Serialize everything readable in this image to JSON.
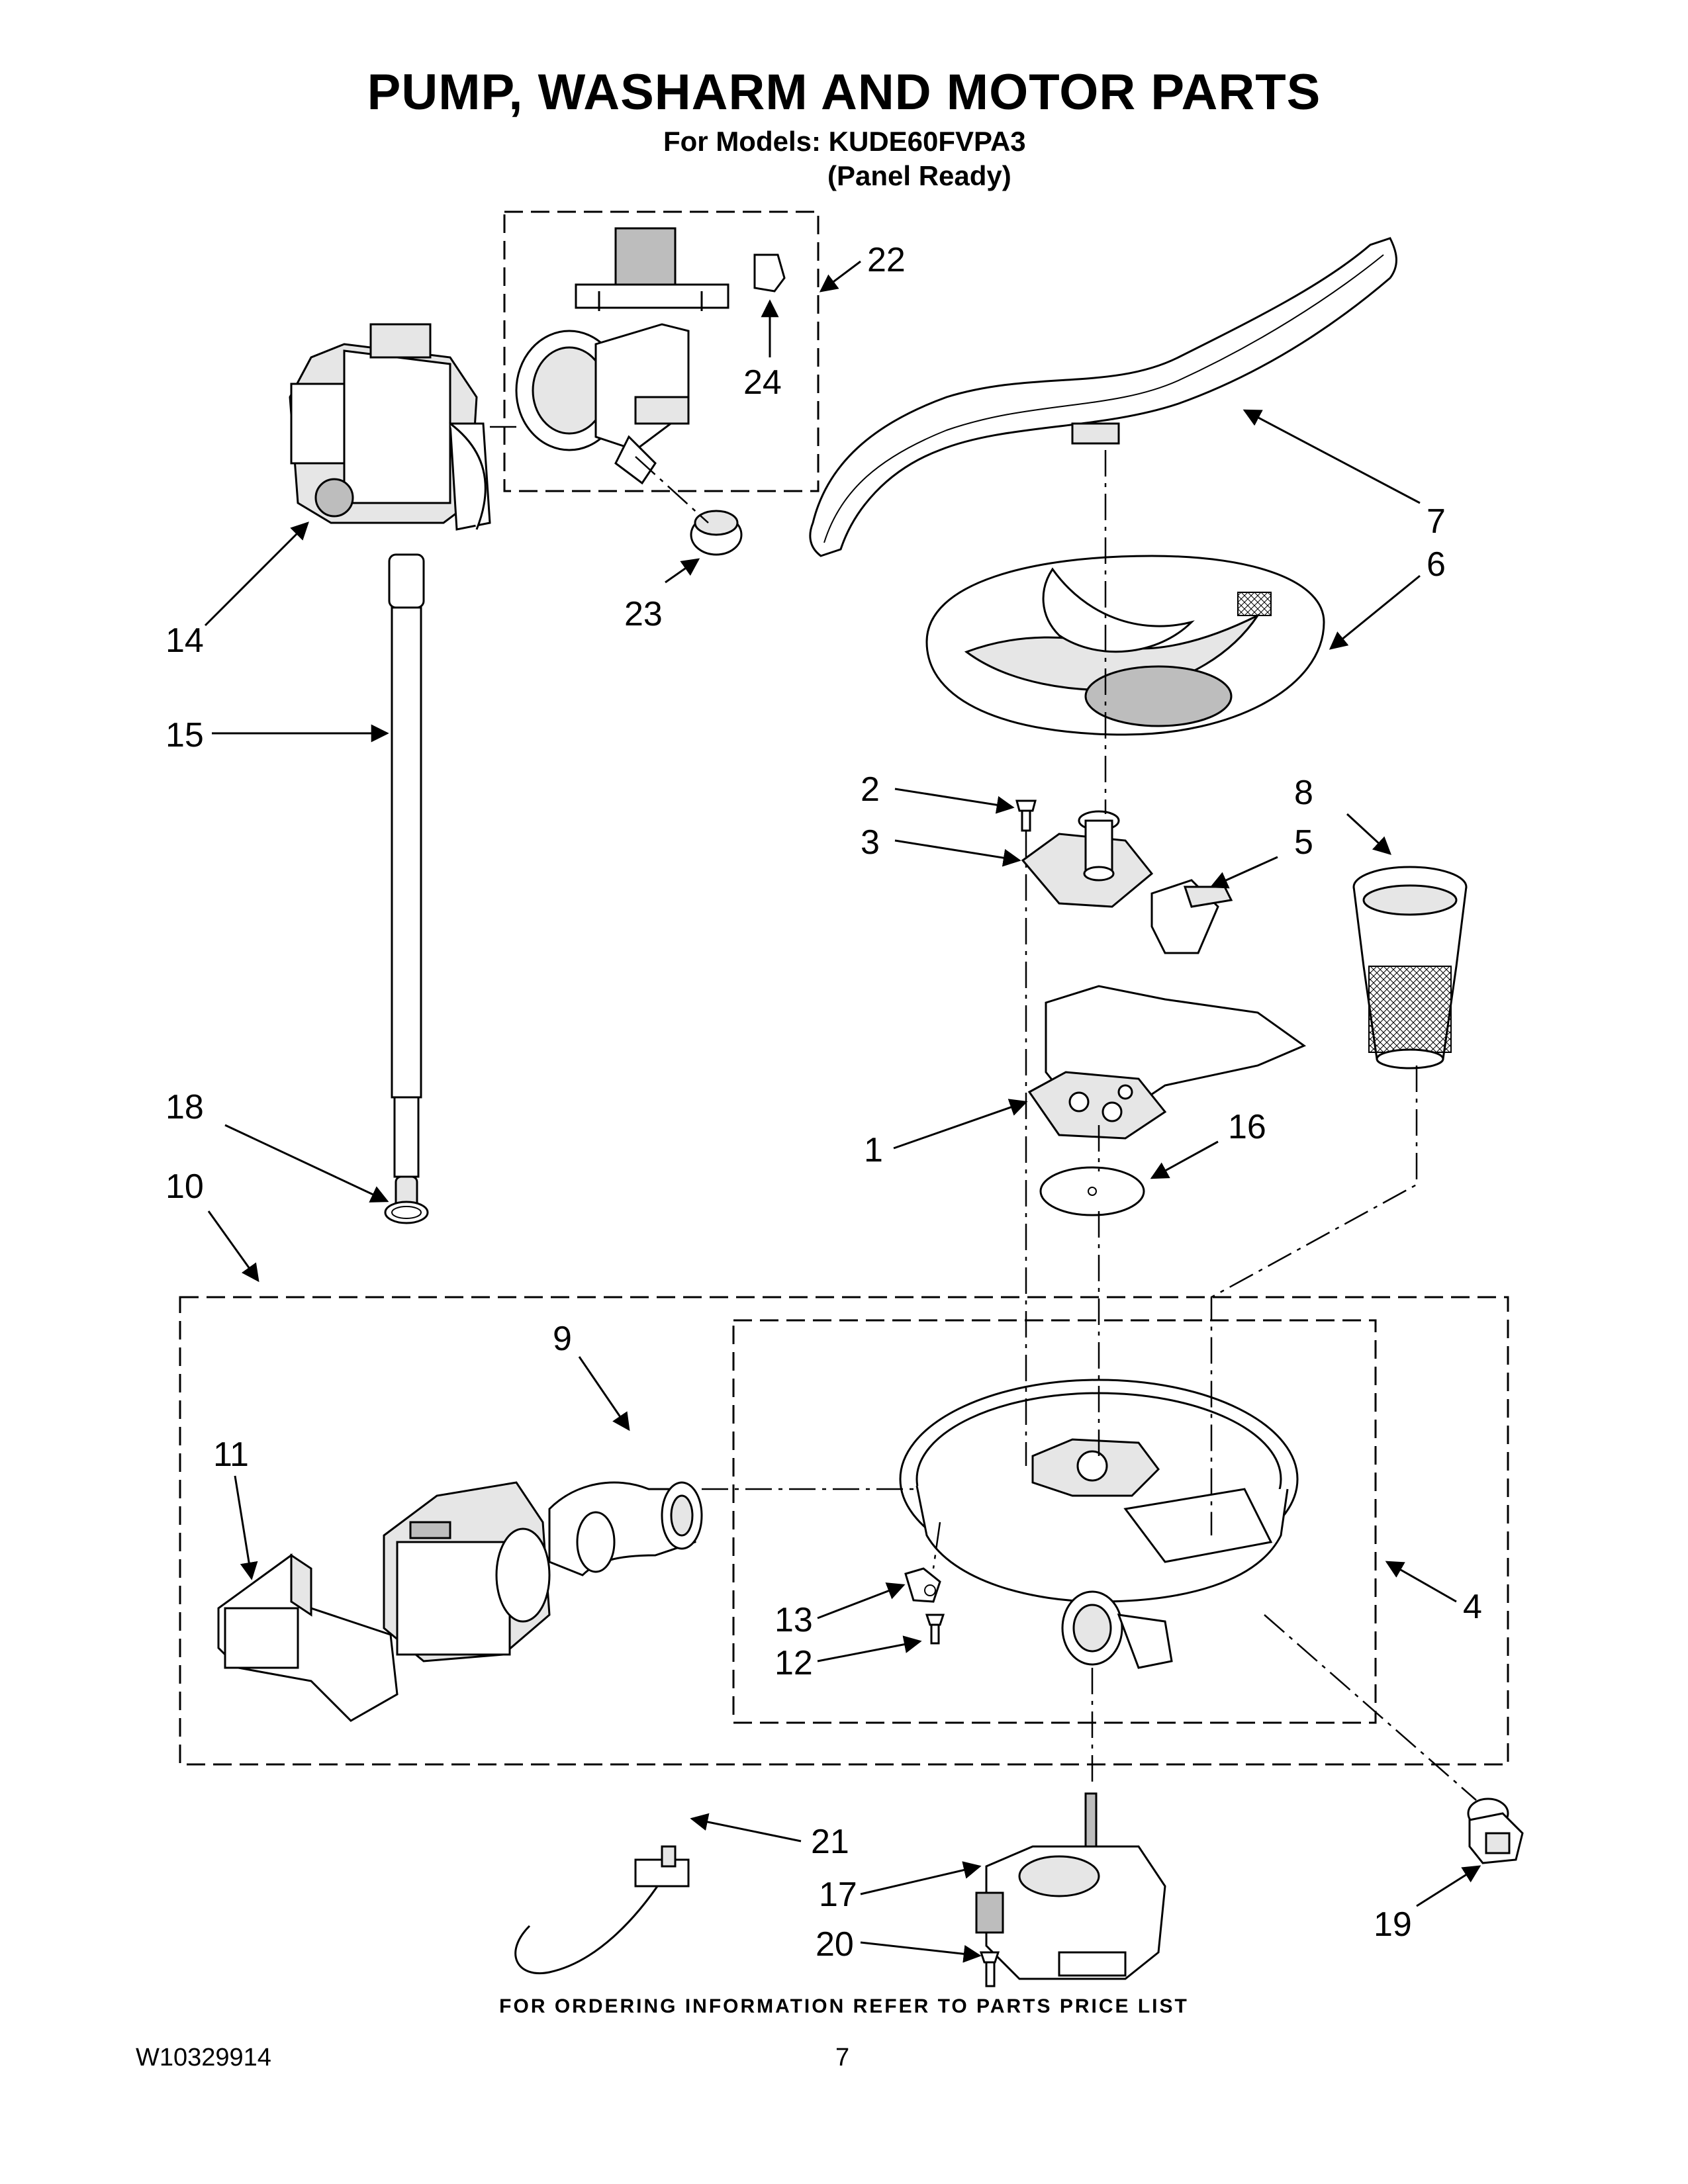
{
  "title": "PUMP, WASHARM AND MOTOR PARTS",
  "models_line": "For Models: KUDE60FVPA3",
  "variant_line": "(Panel Ready)",
  "footer_note": "FOR ORDERING INFORMATION REFER TO PARTS PRICE LIST",
  "document_number": "W10329914",
  "page_number": "7",
  "callouts": {
    "c1": "1",
    "c2": "2",
    "c3": "3",
    "c4": "4",
    "c5": "5",
    "c6": "6",
    "c7": "7",
    "c8": "8",
    "c9": "9",
    "c10": "10",
    "c11": "11",
    "c12": "12",
    "c13": "13",
    "c14": "14",
    "c15": "15",
    "c16": "16",
    "c17": "17",
    "c18": "18",
    "c19": "19",
    "c20": "20",
    "c21": "21",
    "c22": "22",
    "c23": "23",
    "c24": "24"
  }
}
